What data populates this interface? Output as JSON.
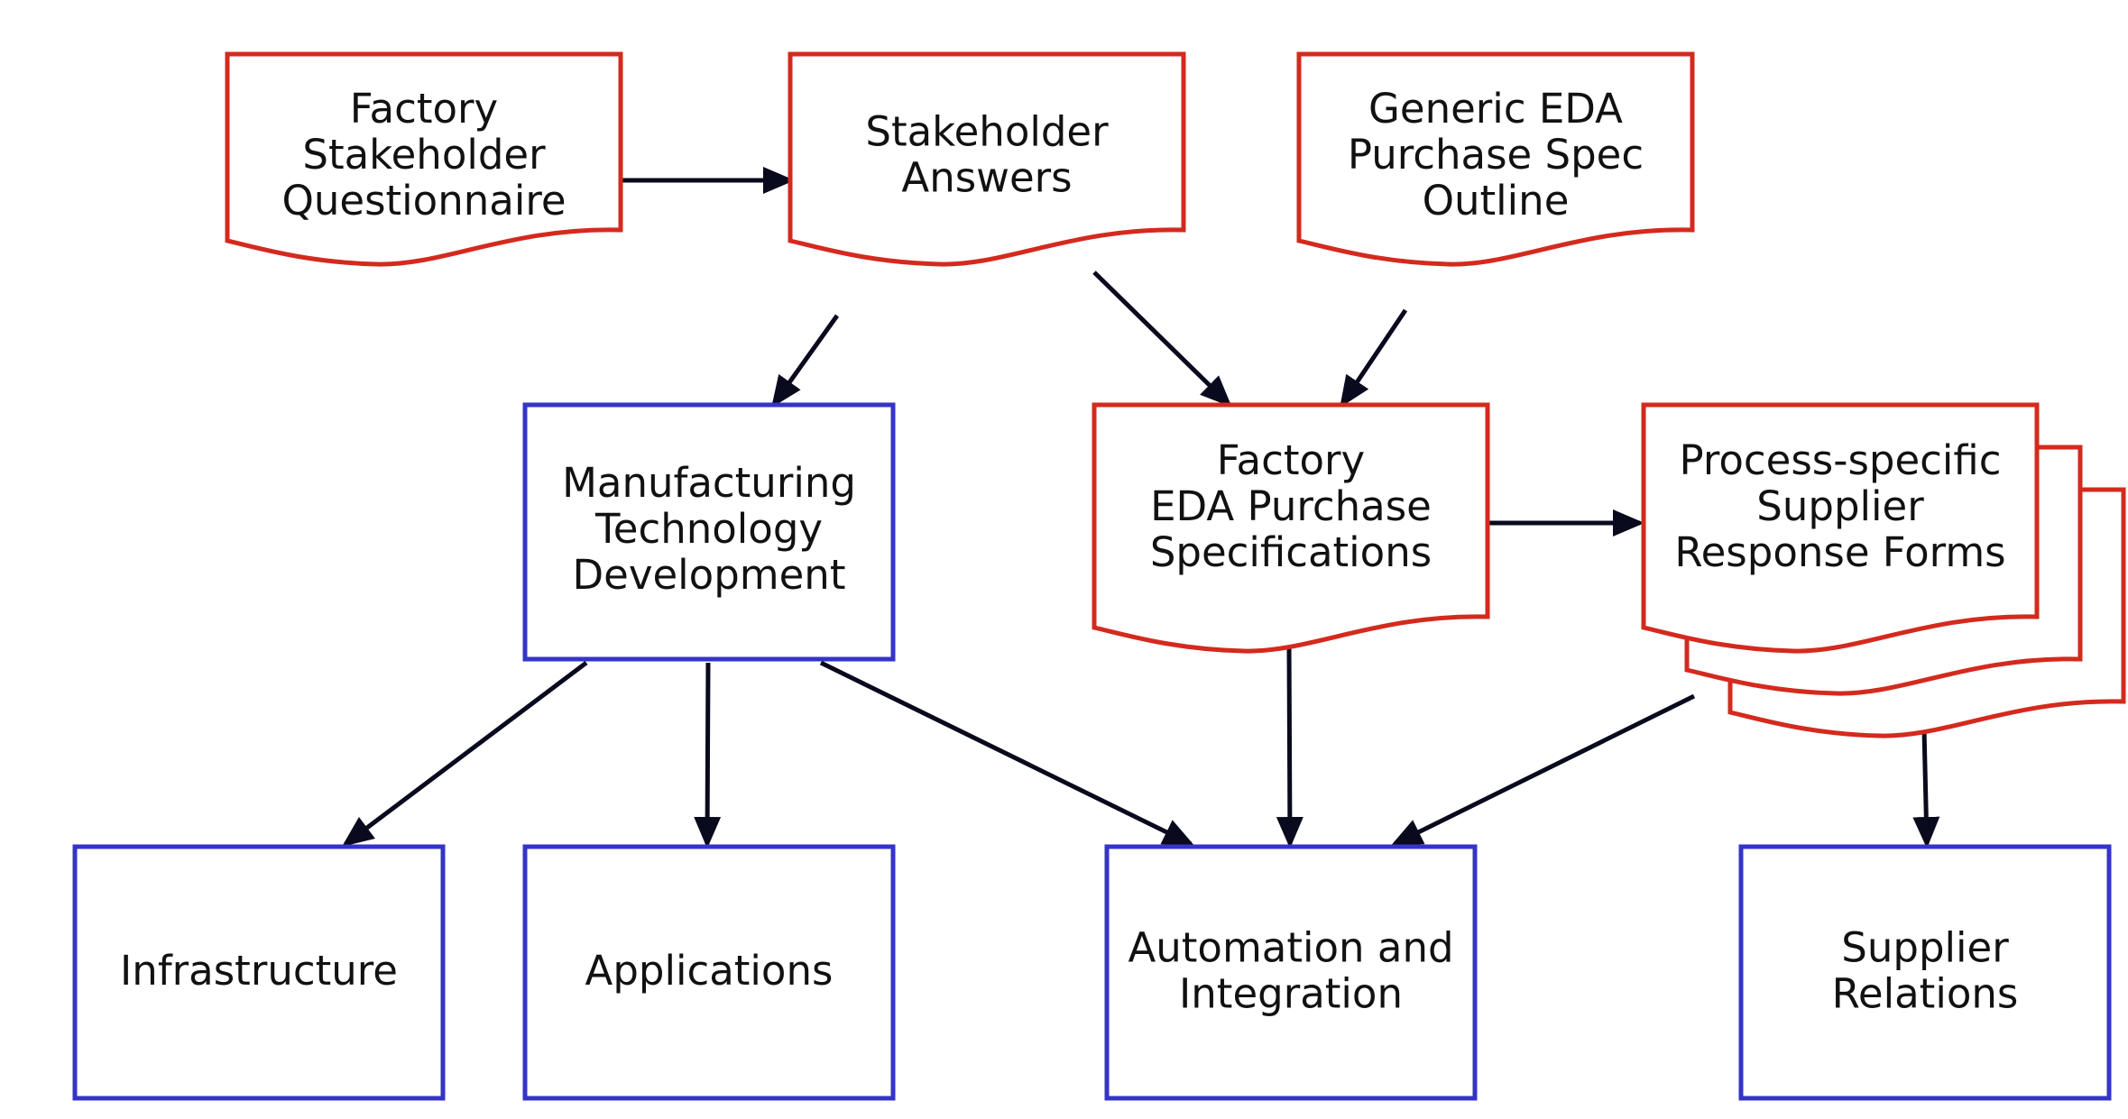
{
  "diagram": {
    "document_color": "#d42a1e",
    "process_color": "#3434c8",
    "arrow_color": "#0a0a1e",
    "nodes": {
      "questionnaire": {
        "shape": "document",
        "lines": [
          "Factory",
          "Stakeholder",
          "Questionnaire"
        ]
      },
      "answers": {
        "shape": "document",
        "lines": [
          "Stakeholder",
          "Answers"
        ]
      },
      "generic_spec": {
        "shape": "document",
        "lines": [
          "Generic EDA",
          "Purchase Spec",
          "Outline"
        ]
      },
      "mtd": {
        "shape": "process",
        "lines": [
          "Manufacturing",
          "Technology",
          "Development"
        ]
      },
      "factory_spec": {
        "shape": "document",
        "lines": [
          "Factory",
          "EDA Purchase",
          "Specifications"
        ]
      },
      "response_forms": {
        "shape": "multi-document",
        "lines": [
          "Process-specific",
          "Supplier",
          "Response Forms"
        ]
      },
      "infrastructure": {
        "shape": "process",
        "lines": [
          "Infrastructure"
        ]
      },
      "applications": {
        "shape": "process",
        "lines": [
          "Applications"
        ]
      },
      "automation": {
        "shape": "process",
        "lines": [
          "Automation and",
          "Integration"
        ]
      },
      "supplier_relations": {
        "shape": "process",
        "lines": [
          "Supplier",
          "Relations"
        ]
      }
    },
    "edges": [
      {
        "from": "questionnaire",
        "to": "answers"
      },
      {
        "from": "answers",
        "to": "mtd"
      },
      {
        "from": "answers",
        "to": "factory_spec"
      },
      {
        "from": "generic_spec",
        "to": "factory_spec"
      },
      {
        "from": "factory_spec",
        "to": "response_forms"
      },
      {
        "from": "mtd",
        "to": "infrastructure"
      },
      {
        "from": "mtd",
        "to": "applications"
      },
      {
        "from": "mtd",
        "to": "automation"
      },
      {
        "from": "factory_spec",
        "to": "automation"
      },
      {
        "from": "response_forms",
        "to": "automation"
      },
      {
        "from": "response_forms",
        "to": "supplier_relations"
      }
    ]
  }
}
